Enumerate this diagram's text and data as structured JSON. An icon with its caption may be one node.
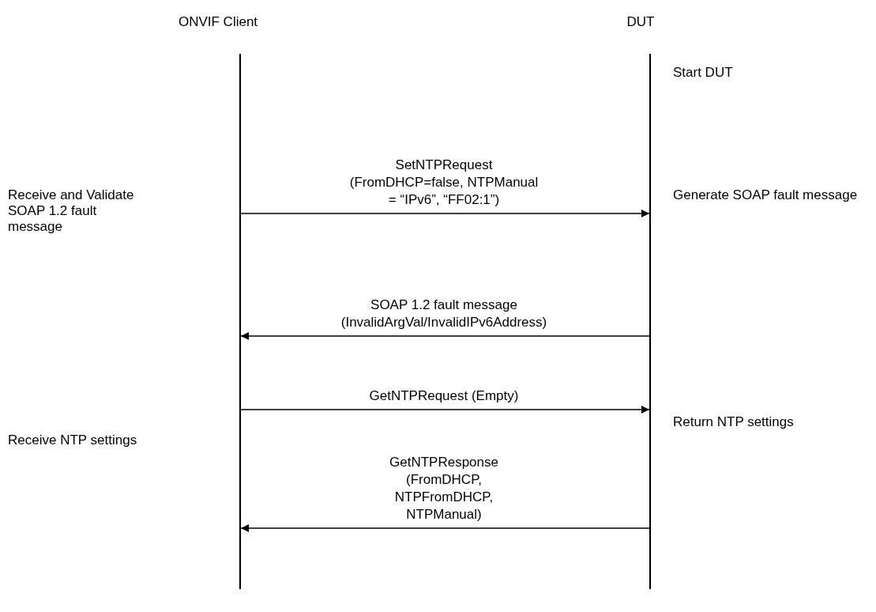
{
  "diagram": {
    "nodes": [
      {
        "text": [
          "ONVIF Client"
        ]
      },
      {
        "text": [
          "DUT"
        ]
      }
    ],
    "edges": [
      {
        "from": 0,
        "to": 1,
        "arrow": "to",
        "label": "SetNTPRequest (FromDHCP=false, NTPManual = “IPv6”, “FF02:1”)"
      },
      {
        "from": 1,
        "to": 0,
        "arrow": "to",
        "label": "SOAP 1.2 fault message (InvalidArgVal/InvalidIPv6Address)"
      },
      {
        "from": 0,
        "to": 1,
        "arrow": "to",
        "label": "GetNTPRequest (Empty)"
      },
      {
        "from": 1,
        "to": 0,
        "arrow": "to",
        "label": "GetNTPResponse (FromDHCP, NTPFromDHCP, NTPManual)"
      }
    ],
    "labels": [
      "Start DUT",
      "Receive and Validate SOAP 1.2 fault message",
      "Generate SOAP fault message",
      "Receive NTP settings",
      "Return NTP settings"
    ]
  }
}
